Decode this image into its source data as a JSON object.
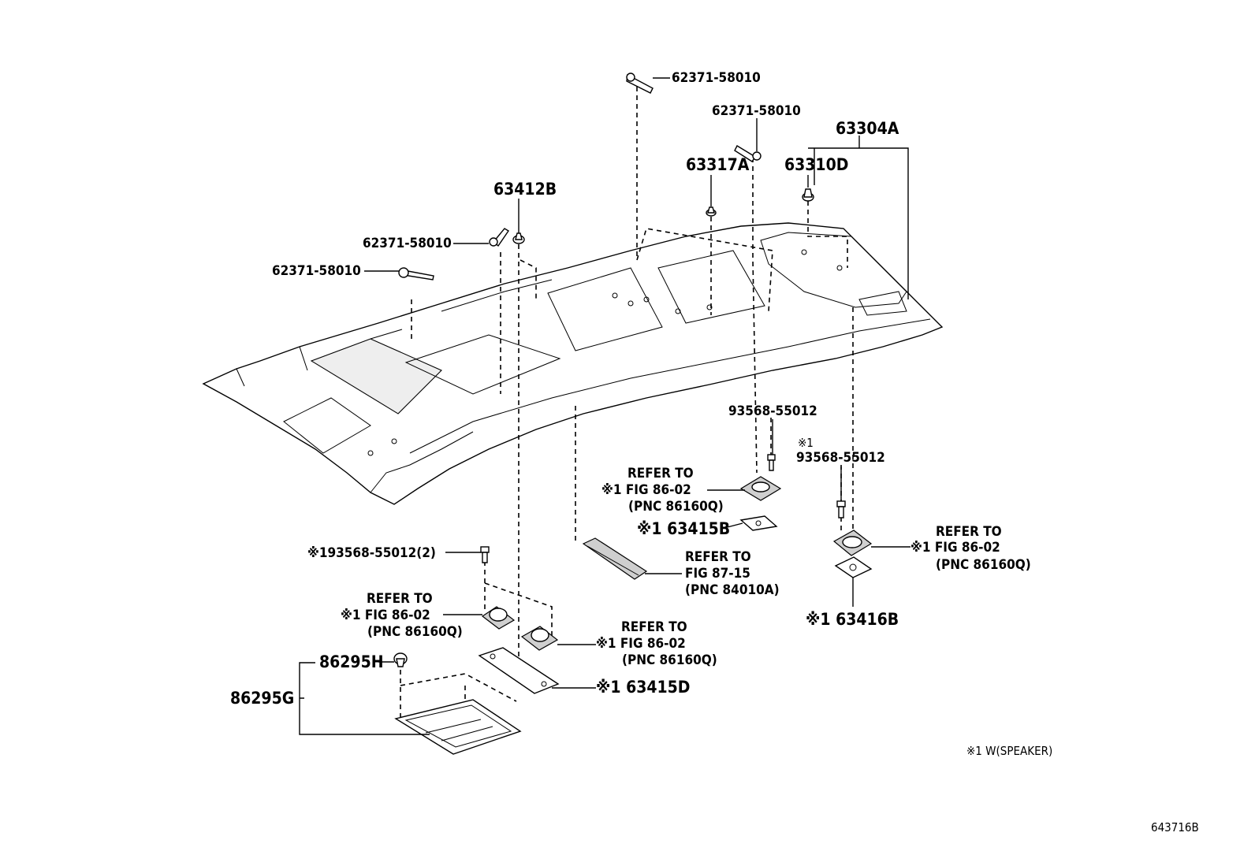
{
  "labels": {
    "clip_top": "62371-58010",
    "clip_mid": "62371-58010",
    "clip_left": "62371-58010",
    "clip_far_left": "62371-58010",
    "headliner_assy": "63304A",
    "p63317A": "63317A",
    "p63310D": "63310D",
    "p63412B": "63412B",
    "screw_right_a": "93568-55012",
    "screw_right_b_mark": "※1",
    "screw_right_b": "93568-55012",
    "screw_left": "※193568-55012(2)",
    "p63415B": "※1 63415B",
    "p63416B": "※1 63416B",
    "p63415D": "※1 63415D",
    "p86295H": "86295H",
    "p86295G": "86295G"
  },
  "refs": {
    "speaker_center": [
      "REFER TO",
      "※1 FIG 86-02",
      "(PNC 86160Q)"
    ],
    "speaker_right": [
      "REFER TO",
      "※1 FIG 86-02",
      "(PNC 86160Q)"
    ],
    "lamp": [
      "REFER TO",
      "FIG 87-15",
      "(PNC 84010A)"
    ],
    "speaker_left_a": [
      "REFER TO",
      "※1 FIG 86-02",
      "(PNC 86160Q)"
    ],
    "speaker_left_b": [
      "REFER TO",
      "※1 FIG 86-02",
      "(PNC 86160Q)"
    ]
  },
  "legend": "※1 W(SPEAKER)",
  "figure_id": "643716B"
}
